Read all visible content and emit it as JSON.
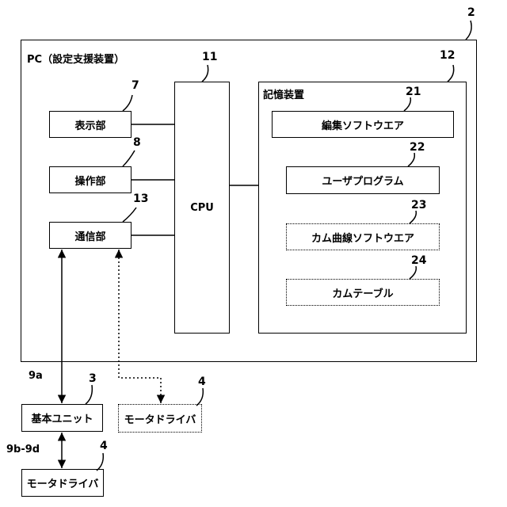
{
  "refs": {
    "pc": "2",
    "cpu": "11",
    "storage": "12",
    "display": "7",
    "operation": "8",
    "communication": "13",
    "editing_software": "21",
    "user_program": "22",
    "cam_curve_software": "23",
    "cam_table": "24",
    "basic_unit": "3",
    "motor_driver_dotted": "4",
    "motor_driver": "4"
  },
  "labels": {
    "pc": "PC（設定支援装置）",
    "cpu": "CPU",
    "storage": "記憶装置",
    "display": "表示部",
    "operation": "操作部",
    "communication": "通信部",
    "editing_software": "編集ソフトウエア",
    "user_program": "ユーザプログラム",
    "cam_curve_software": "カム曲線ソフトウエア",
    "cam_table": "カムテーブル",
    "basic_unit": "基本ユニット",
    "motor_driver_dotted": "モータドライバ",
    "motor_driver": "モータドライバ"
  },
  "connections": {
    "link_9a": "9a",
    "link_9b_9d": "9b-9d"
  }
}
